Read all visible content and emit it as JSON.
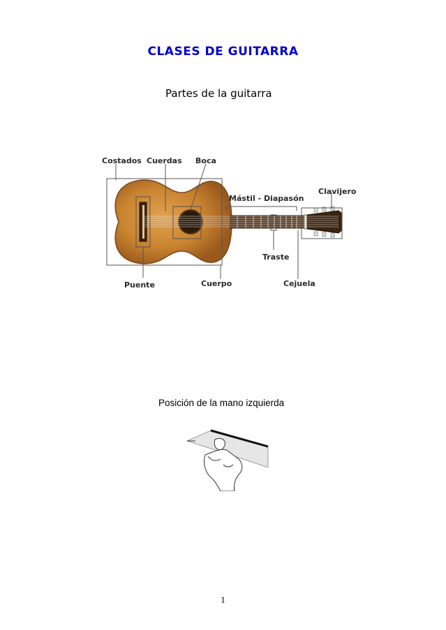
{
  "document": {
    "title": "CLASES DE GUITARRA",
    "section_heading": "Partes de la guitarra",
    "guitar_labels": {
      "costados": "Costados",
      "cuerdas": "Cuerdas",
      "boca": "Boca",
      "mastil": "Mástil - Diapasón",
      "clavijero": "Clavijero",
      "traste": "Traste",
      "puente": "Puente",
      "cuerpo": "Cuerpo",
      "cejuela": "Cejuela"
    },
    "hand_caption": "Posición de la mano izquierda",
    "page_number": "1"
  },
  "colors": {
    "title": "#0000cc",
    "guitar_body": "#c8832f",
    "guitar_edge": "#8a4f1a",
    "label_box": "#555555"
  }
}
